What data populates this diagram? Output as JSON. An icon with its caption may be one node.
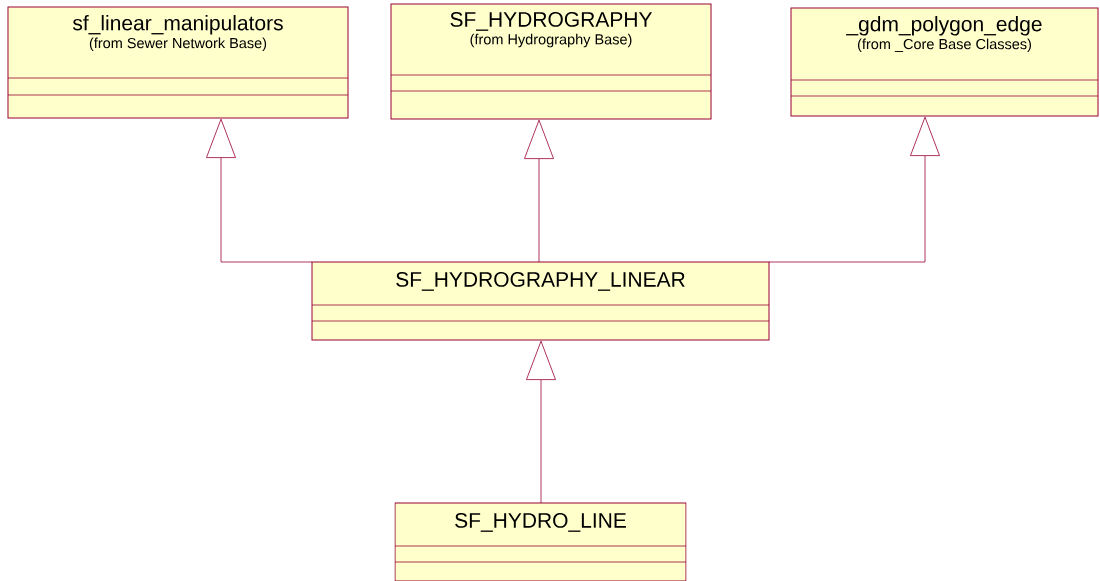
{
  "diagram": {
    "nodes": [
      {
        "text": [
          "sf_linear_manipulators",
          "(from Sewer Network Base)"
        ]
      },
      {
        "text": [
          "SF_HYDROGRAPHY",
          "(from Hydrography Base)"
        ]
      },
      {
        "text": [
          "_gdm_polygon_edge",
          "(from _Core Base Classes)"
        ]
      },
      {
        "text": [
          "SF_HYDROGRAPHY_LINEAR"
        ]
      },
      {
        "text": [
          "SF_HYDRO_LINE"
        ]
      }
    ],
    "edges": [
      {
        "from": 3,
        "to": 0,
        "arrow": "to"
      },
      {
        "from": 3,
        "to": 1,
        "arrow": "to"
      },
      {
        "from": 3,
        "to": 2,
        "arrow": "to"
      },
      {
        "from": 4,
        "to": 3,
        "arrow": "to"
      }
    ]
  }
}
